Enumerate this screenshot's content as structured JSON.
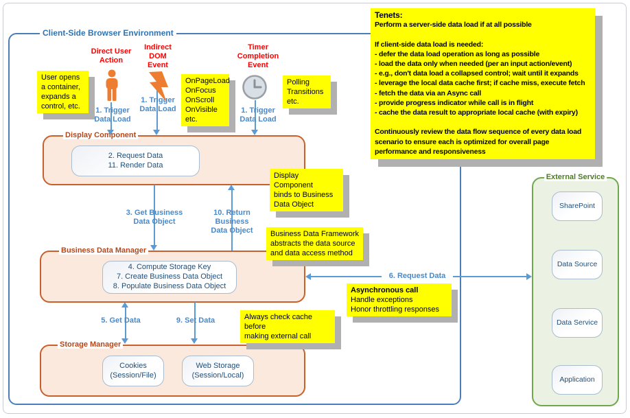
{
  "env": {
    "title": "Client-Side Browser Environment"
  },
  "tenets": {
    "heading": "Tenets:",
    "body": "Perform a server-side data load if at all possible\n\nIf client-side data load is needed:\n- defer the data load operation as long as possible\n- load the data only when needed (per an input action/event)\n-  e.g., don't data load a collapsed control; wait until it expands\n- leverage the local data cache first; if cache miss, execute fetch\n- fetch the data via an Async call\n- provide progress indicator while call is in flight\n- cache the data result to appropriate local cache (with expiry)\n\nContinuously review the data flow sequence of every data load scenario to ensure each is optimized for overall page performance and responsiveness"
  },
  "triggers": {
    "direct": {
      "title": "Direct User\nAction",
      "icon": "person-icon",
      "trigger": "1. Trigger\nData Load"
    },
    "dom": {
      "title": "Indirect\nDOM\nEvent",
      "icon": "lightning-icon",
      "trigger": "1. Trigger\nData Load"
    },
    "timer": {
      "title": "Timer\nCompletion\nEvent",
      "icon": "clock-icon",
      "trigger": "1. Trigger\nData Load"
    }
  },
  "notes": {
    "user_opens": "User opens\na container,\nexpands a\ncontrol, etc.",
    "on_events": "OnPageLoad\nOnFocus\nOnScroll\nOnVisible\netc.",
    "polling": "Polling\nTransitions\netc.",
    "display_binds": "Display Component\nbinds to Business\nData Object",
    "framework": "Business Data Framework\nabstracts the data source\nand data access method",
    "async_heading": "Asynchronous call",
    "async_body": "Handle exceptions\nHonor throttling responses",
    "cache_check": "Always check cache before\nmaking external call"
  },
  "boxes": {
    "display": {
      "title": "Display Component",
      "steps": "2. Request Data\n11. Render Data"
    },
    "business": {
      "title": "Business Data Manager",
      "steps": "4. Compute Storage Key\n7. Create Business Data Object\n8. Populate Business Data Object"
    },
    "storage": {
      "title": "Storage Manager",
      "cookies": "Cookies\n(Session/File)",
      "web_storage": "Web Storage\n(Session/Local)"
    },
    "external": {
      "title": "External Service",
      "services": [
        "SharePoint",
        "Data Source",
        "Data Service",
        "Application"
      ]
    }
  },
  "flows": {
    "get_bdo": "3. Get Business\nData Object",
    "return_bdo": "10. Return Business\nData Object",
    "get_data": "5. Get Data",
    "set_data": "9. Set Data",
    "request_data": "6. Request Data"
  },
  "palette": {
    "env_border": "#4a7ebb",
    "arrow_blue": "#5b9bd5",
    "label_blue": "#4a89c8",
    "title_blue": "#2e74b5",
    "orange_border": "#c8602c",
    "orange_fill": "#fbe9de",
    "orange_label": "#b3471b",
    "green_border": "#6fa84c",
    "green_fill": "#ebf1e3",
    "green_label": "#4e7a28",
    "note_yellow": "#ffff00",
    "note_shadow": "#b0b0b0",
    "red_text": "#ff0000",
    "inner_text": "#1f4e79",
    "icon_orange": "#ed7d31",
    "clock_gray": "#d9dfe6"
  }
}
